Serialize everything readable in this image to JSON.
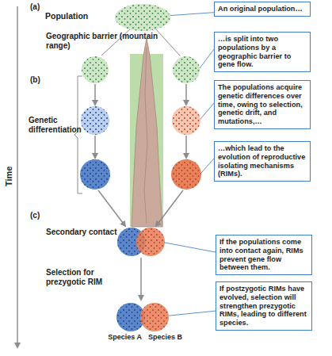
{
  "diagram": {
    "nodes": [
      {
        "text": [
          "Population"
        ]
      },
      {
        "text": [
          "An original population…"
        ]
      },
      {
        "text": [
          "…is split into two populations by a geographic barrier to gene flow."
        ]
      },
      {
        "text": [
          "The populations acquire genetic differences over time, owing to selection, genetic drift, and mutations,…"
        ]
      },
      {
        "text": [
          "…which lead to the evolution of reproductive isolating mechanisms (RIMs)."
        ]
      },
      {
        "text": [
          "If the populations come into contact again, RIMs prevent gene flow between them."
        ]
      },
      {
        "text": [
          "If postzygotic RIMs have evolved, selection will strengthen prezygotic RIMs, leading to different species."
        ]
      },
      {
        "text": [
          "Species A"
        ]
      },
      {
        "text": [
          "Species B"
        ]
      }
    ],
    "edges": [
      {
        "from": 1,
        "to": 0,
        "arrow": "none"
      },
      {
        "from": 6,
        "to": 8,
        "arrow": "none"
      }
    ],
    "labels": [
      "(a)",
      "Geographic barrier (mountain range)",
      "(b)",
      "Genetic differentiation",
      "Time",
      "(c)",
      "Secondary contact",
      "Selection for prezygotic RIM"
    ]
  }
}
